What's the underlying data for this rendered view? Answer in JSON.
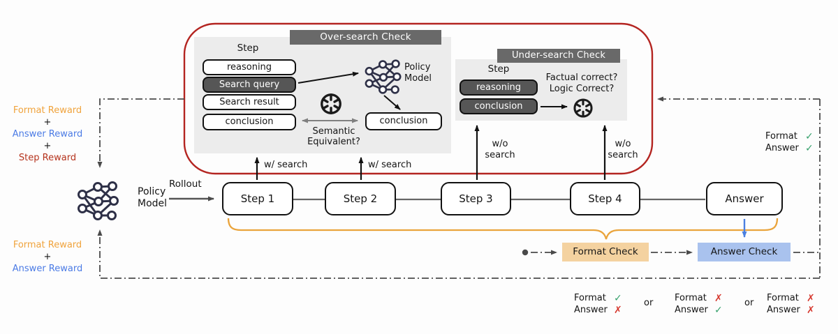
{
  "colors": {
    "red_loop_border": "#b42521",
    "panel_bg": "#ececec",
    "title_bar_bg": "#696969",
    "dark_box_bg": "#565656",
    "format_check_bg": "#f4d2a0",
    "answer_check_bg": "#a9c2ee",
    "brace_orange": "#eaa43c",
    "reward_orange": "#f0a33c",
    "reward_blue": "#4b7be5",
    "reward_darkred": "#b5331d",
    "check_green": "#35a06b",
    "cross_red": "#d6392f",
    "line_gray": "#4a4a4a",
    "icon_navy": "#2e3047"
  },
  "icons": {
    "policy_model_left": "neural-network-icon",
    "policy_model_oversearch": "neural-network-icon",
    "oversearch_judge": "openai-logo-icon",
    "undersearch_judge": "openai-logo-icon"
  },
  "rewards_top": {
    "line1": "Format Reward",
    "plus1": "+",
    "line2": "Answer Reward",
    "plus2": "+",
    "line3": "Step Reward"
  },
  "rewards_bottom": {
    "line1": "Format Reward",
    "plus1": "+",
    "line2": "Answer Reward"
  },
  "policy_model": {
    "label1": "Policy",
    "label2": "Model"
  },
  "rollout_label": "Rollout",
  "over_search": {
    "title": "Over-search Check",
    "step_label": "Step",
    "box_reasoning": "reasoning",
    "box_query": "Search query",
    "box_result": "Search result",
    "box_conclusion": "conclusion",
    "policy1": "Policy",
    "policy2": "Model",
    "right_conclusion": "conclusion",
    "semantic1": "Semantic",
    "semantic2": "Equivalent?"
  },
  "under_search": {
    "title": "Under-search Check",
    "step_label": "Step",
    "box_reasoning": "reasoning",
    "box_conclusion": "conclusion",
    "question1": "Factual correct?",
    "question2": "Logic Correct?"
  },
  "pipeline": {
    "steps": [
      "Step 1",
      "Step 2",
      "Step 3",
      "Step 4"
    ],
    "answer": "Answer",
    "w_search_1": "w/ search",
    "w_search_2": "w/ search",
    "wo_1a": "w/o",
    "wo_1b": "search",
    "wo_2a": "w/o",
    "wo_2b": "search"
  },
  "checks": {
    "format": "Format Check",
    "answer": "Answer Check"
  },
  "outcome_top": {
    "format_label": "Format",
    "format_mark": "✓",
    "format_cls": "mark ok",
    "answer_label": "Answer",
    "answer_mark": "✓",
    "answer_cls": "mark ok"
  },
  "outcomes": [
    {
      "format_label": "Format",
      "format_mark": "✓",
      "format_cls": "mark ok",
      "answer_label": "Answer",
      "answer_mark": "✗",
      "answer_cls": "mark bad"
    },
    {
      "format_label": "Format",
      "format_mark": "✗",
      "format_cls": "mark bad",
      "answer_label": "Answer",
      "answer_mark": "✓",
      "answer_cls": "mark ok"
    },
    {
      "format_label": "Format",
      "format_mark": "✗",
      "format_cls": "mark bad",
      "answer_label": "Answer",
      "answer_mark": "✗",
      "answer_cls": "mark bad"
    }
  ],
  "or1": "or",
  "or2": "or"
}
